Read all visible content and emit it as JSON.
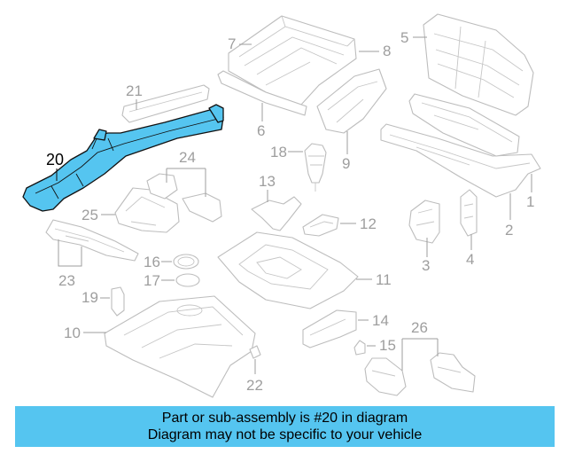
{
  "highlight_color": "#55c5f0",
  "callouts": {
    "c1": "1",
    "c2": "2",
    "c3": "3",
    "c4": "4",
    "c5": "5",
    "c6": "6",
    "c7": "7",
    "c8": "8",
    "c9": "9",
    "c10": "10",
    "c11": "11",
    "c12": "12",
    "c13": "13",
    "c14": "14",
    "c15": "15",
    "c16": "16",
    "c17": "17",
    "c18": "18",
    "c19": "19",
    "c20": "20",
    "c21": "21",
    "c22": "22",
    "c23": "23",
    "c24": "24",
    "c25": "25",
    "c26": "26"
  },
  "banner": {
    "line1": "Part or sub-assembly is #20 in diagram",
    "line2": "Diagram may not be specific to your vehicle"
  }
}
